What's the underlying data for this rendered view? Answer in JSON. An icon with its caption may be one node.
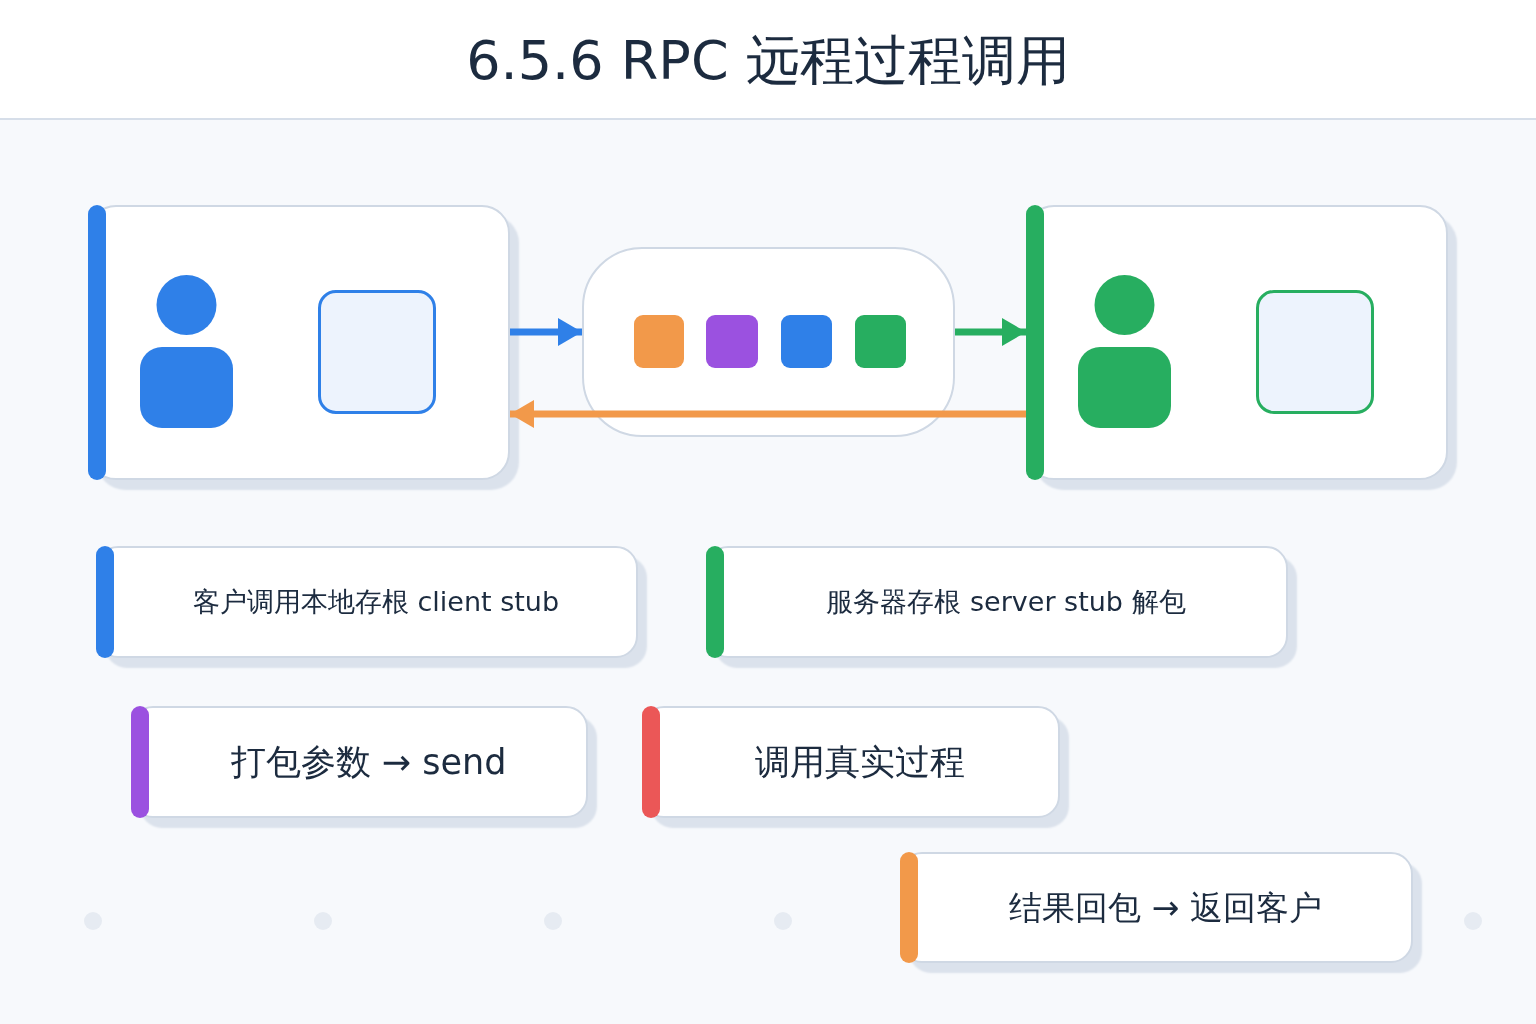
{
  "diagram": {
    "title": "6.5.6 RPC 远程过程调用",
    "nodes": [
      {
        "text": [],
        "shape": "box"
      },
      {
        "text": [],
        "shape": "person",
        "in": 0
      },
      {
        "text": [],
        "shape": "box",
        "in": 0
      },
      {
        "text": [],
        "shape": "box"
      },
      {
        "text": [],
        "shape": "box",
        "in": 3
      },
      {
        "text": [],
        "shape": "box",
        "in": 3
      },
      {
        "text": [],
        "shape": "box",
        "in": 3
      },
      {
        "text": [],
        "shape": "box",
        "in": 3
      },
      {
        "text": [],
        "shape": "box"
      },
      {
        "text": [],
        "shape": "person",
        "in": 8
      },
      {
        "text": [],
        "shape": "box",
        "in": 8
      },
      {
        "text": [
          "客户调用本地存根 client stub"
        ]
      },
      {
        "text": [
          "服务器存根 server stub 解包"
        ]
      },
      {
        "text": [
          "打包参数 → send"
        ]
      },
      {
        "text": [
          "调用真实过程"
        ]
      },
      {
        "text": [
          "结果回包 → 返回客户"
        ]
      }
    ],
    "edges": [
      {
        "from": 0,
        "to": 3,
        "arrow": "to",
        "color": "#2f80e8"
      },
      {
        "from": 3,
        "to": 8,
        "arrow": "to",
        "color": "#27ae60"
      },
      {
        "from": 8,
        "to": 0,
        "arrow": "to",
        "color": "#f2994a"
      }
    ]
  }
}
